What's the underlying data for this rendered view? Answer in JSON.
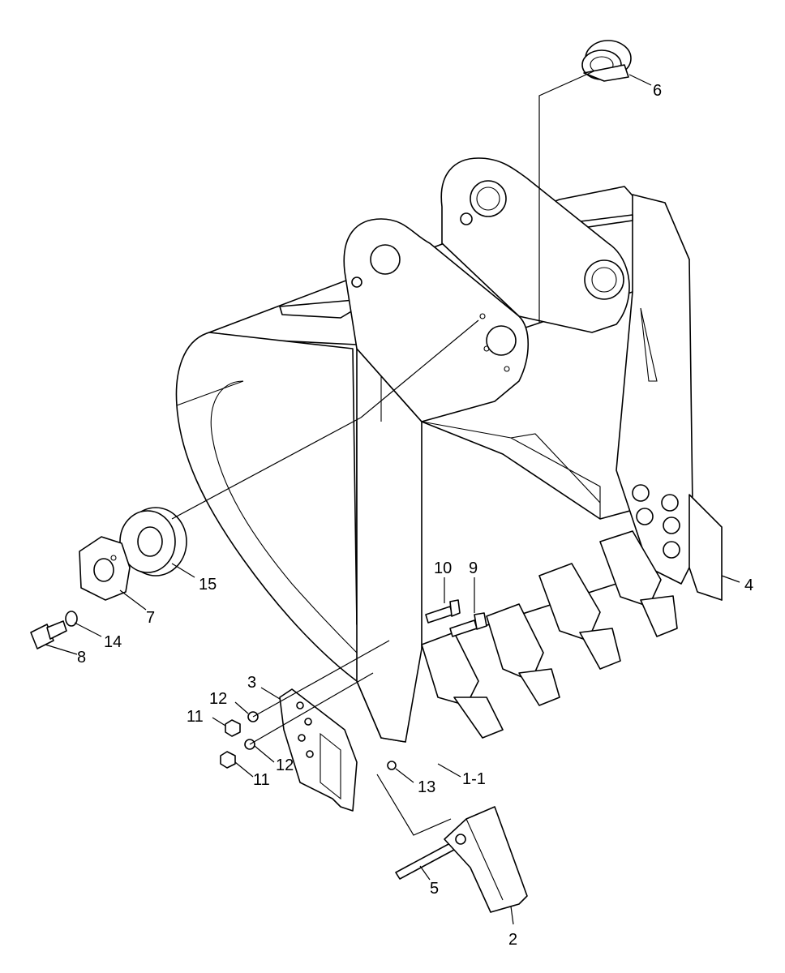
{
  "diagram": {
    "callouts": [
      {
        "id": "p6",
        "label": "6"
      },
      {
        "id": "p15",
        "label": "15"
      },
      {
        "id": "p7",
        "label": "7"
      },
      {
        "id": "p14",
        "label": "14"
      },
      {
        "id": "p8",
        "label": "8"
      },
      {
        "id": "p10",
        "label": "10"
      },
      {
        "id": "p9",
        "label": "9"
      },
      {
        "id": "p4",
        "label": "4"
      },
      {
        "id": "p3",
        "label": "3"
      },
      {
        "id": "p12a",
        "label": "12"
      },
      {
        "id": "p11a",
        "label": "11"
      },
      {
        "id": "p12b",
        "label": "12"
      },
      {
        "id": "p11b",
        "label": "11"
      },
      {
        "id": "p13",
        "label": "13"
      },
      {
        "id": "p1-1",
        "label": "1-1"
      },
      {
        "id": "p5",
        "label": "5"
      },
      {
        "id": "p2",
        "label": "2"
      }
    ]
  }
}
